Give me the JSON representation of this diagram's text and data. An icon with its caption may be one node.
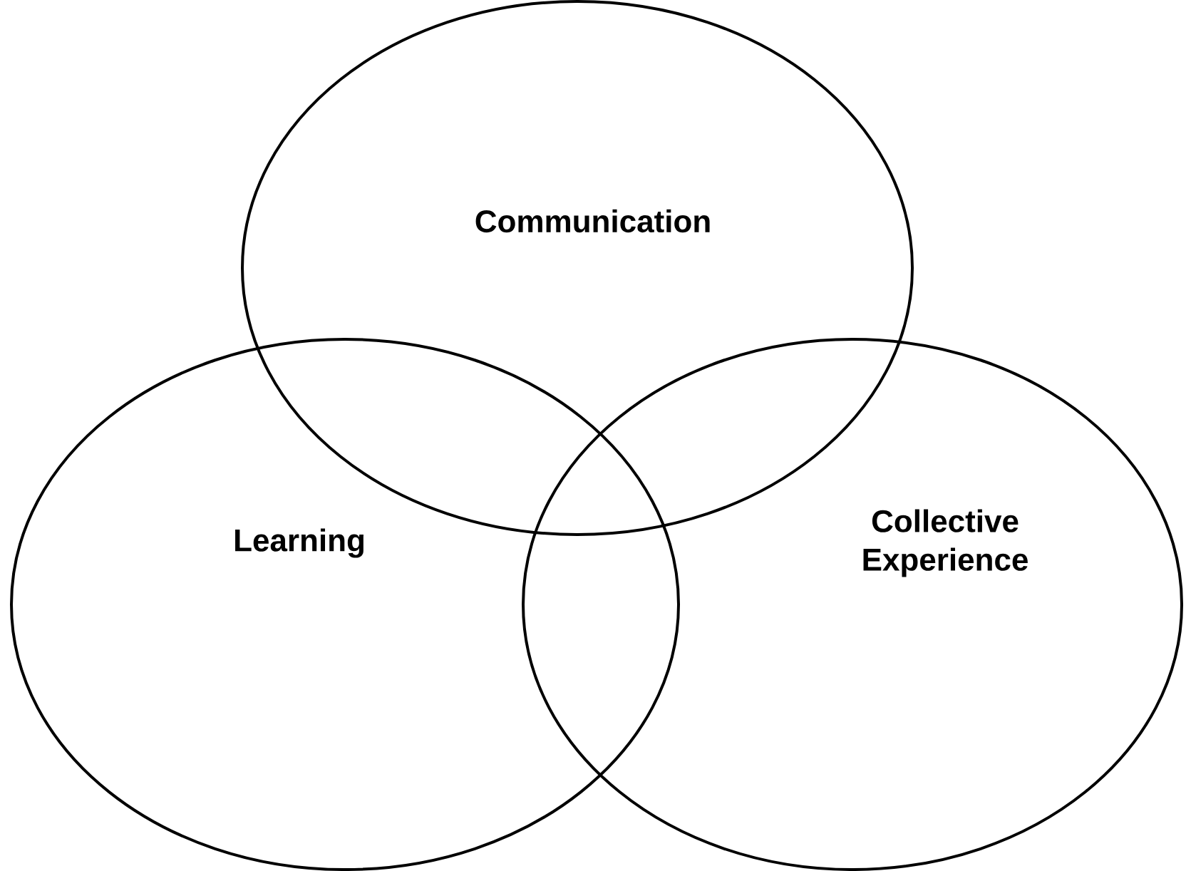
{
  "diagram": {
    "nodes": [
      {
        "text": [
          "Communication"
        ]
      },
      {
        "text": [
          "Learning"
        ]
      },
      {
        "text": [
          "Collective Experience"
        ]
      }
    ]
  }
}
